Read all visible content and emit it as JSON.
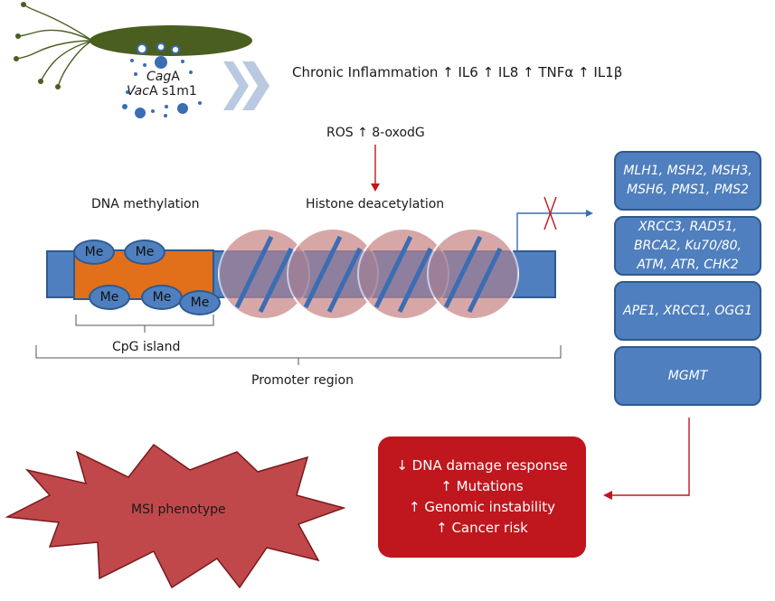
{
  "bacterium": {
    "cag": "Cag",
    "cag_suffix": "A",
    "vac": "Vac",
    "vac_suffix": "A s1m1"
  },
  "inflammation_label": "Chronic Inflammation ↑ IL6 ↑ IL8 ↑ TNFα ↑ IL1β",
  "ros_label": "ROS ↑ 8-oxodG",
  "dna_methylation_label": "DNA methylation",
  "histone_label": "Histone deacetylation",
  "me_label": "Me",
  "cpg_label": "CpG island",
  "promoter_label": "Promoter region",
  "gene_boxes": [
    {
      "line1": "MLH1, MSH2, MSH3,",
      "line2": "MSH6, PMS1, PMS2",
      "line3": ""
    },
    {
      "line1": "XRCC3, RAD51,",
      "line2": "BRCA2, Ku70/80,",
      "line3": "ATM, ATR, CHK2"
    },
    {
      "line1": "APE1, XRCC1, OGG1",
      "line2": "",
      "line3": ""
    },
    {
      "line1": "MGMT",
      "line2": "",
      "line3": ""
    }
  ],
  "outcomes": [
    "↓ DNA damage response",
    "↑ Mutations",
    "↑ Genomic instability",
    "↑ Cancer risk"
  ],
  "msi_label": "MSI phenotype",
  "colors": {
    "bacterium": "#4a5e20",
    "dots": "#3b6db3",
    "chevrons": "#b9c9e0",
    "dna_bar": "#4f7fbe",
    "cpg": "#e26f1a",
    "nucleosome": "#c98a8a",
    "red": "#c0161d",
    "star": "#c0484a"
  }
}
